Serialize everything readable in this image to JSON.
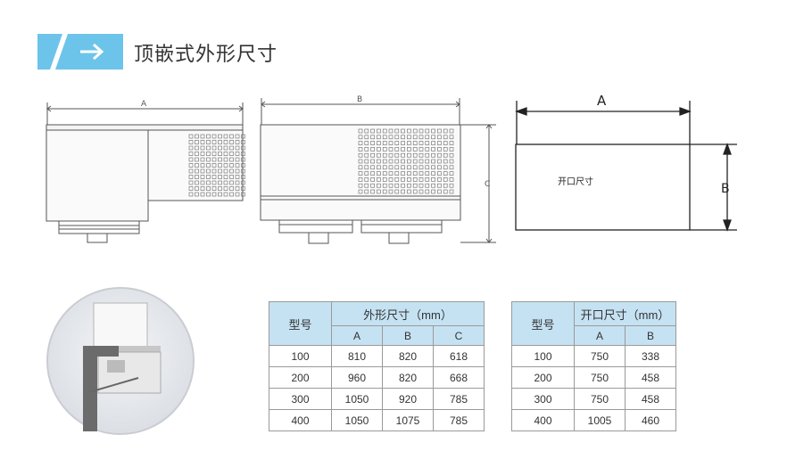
{
  "header": {
    "title": "顶嵌式外形尺寸",
    "banner_color": "#6cc4ea",
    "arrow_icon": "right-arrow-icon"
  },
  "drawings": {
    "front_view_label": "A",
    "side_view_label": "B",
    "side_height_label": "C",
    "opening_width_label": "A",
    "opening_height_label": "B",
    "opening_text": "开口尺寸"
  },
  "table_dimensions": {
    "model_header": "型号",
    "group_header": "外形尺寸（mm）",
    "columns": [
      "A",
      "B",
      "C"
    ],
    "rows": [
      [
        "100",
        "810",
        "820",
        "618"
      ],
      [
        "200",
        "960",
        "820",
        "668"
      ],
      [
        "300",
        "1050",
        "920",
        "785"
      ],
      [
        "400",
        "1050",
        "1075",
        "785"
      ]
    ]
  },
  "table_opening": {
    "model_header": "型号",
    "group_header": "开口尺寸（mm）",
    "columns": [
      "A",
      "B"
    ],
    "rows": [
      [
        "100",
        "750",
        "338"
      ],
      [
        "200",
        "750",
        "458"
      ],
      [
        "300",
        "750",
        "458"
      ],
      [
        "400",
        "1005",
        "460"
      ]
    ]
  },
  "colors": {
    "header_fill": "#c5e2f3",
    "line": "#555555"
  }
}
